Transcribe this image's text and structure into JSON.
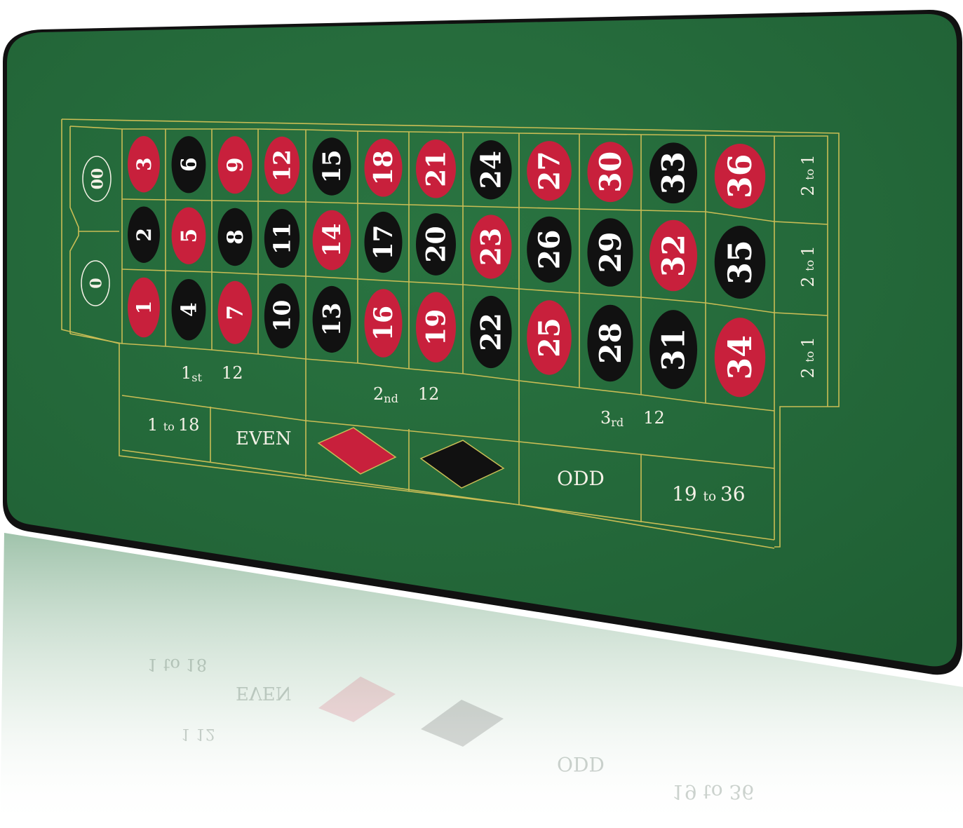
{
  "colors": {
    "felt": "#236a3a",
    "line": "#c9bd55",
    "red": "#c8203c",
    "black": "#111111",
    "text": "#f4f1e6",
    "edge": "#111111"
  },
  "zeros": [
    {
      "label": "00"
    },
    {
      "label": "0"
    }
  ],
  "grid": {
    "rows": [
      [
        {
          "n": "3",
          "c": "red"
        },
        {
          "n": "6",
          "c": "black"
        },
        {
          "n": "9",
          "c": "red"
        },
        {
          "n": "12",
          "c": "red"
        },
        {
          "n": "15",
          "c": "black"
        },
        {
          "n": "18",
          "c": "red"
        },
        {
          "n": "21",
          "c": "red"
        },
        {
          "n": "24",
          "c": "black"
        },
        {
          "n": "27",
          "c": "red"
        },
        {
          "n": "30",
          "c": "red"
        },
        {
          "n": "33",
          "c": "black"
        },
        {
          "n": "36",
          "c": "red"
        }
      ],
      [
        {
          "n": "2",
          "c": "black"
        },
        {
          "n": "5",
          "c": "red"
        },
        {
          "n": "8",
          "c": "black"
        },
        {
          "n": "11",
          "c": "black"
        },
        {
          "n": "14",
          "c": "red"
        },
        {
          "n": "17",
          "c": "black"
        },
        {
          "n": "20",
          "c": "black"
        },
        {
          "n": "23",
          "c": "red"
        },
        {
          "n": "26",
          "c": "black"
        },
        {
          "n": "29",
          "c": "black"
        },
        {
          "n": "32",
          "c": "red"
        },
        {
          "n": "35",
          "c": "black"
        }
      ],
      [
        {
          "n": "1",
          "c": "red"
        },
        {
          "n": "4",
          "c": "black"
        },
        {
          "n": "7",
          "c": "red"
        },
        {
          "n": "10",
          "c": "black"
        },
        {
          "n": "13",
          "c": "black"
        },
        {
          "n": "16",
          "c": "red"
        },
        {
          "n": "19",
          "c": "red"
        },
        {
          "n": "22",
          "c": "black"
        },
        {
          "n": "25",
          "c": "red"
        },
        {
          "n": "28",
          "c": "black"
        },
        {
          "n": "31",
          "c": "black"
        },
        {
          "n": "34",
          "c": "red"
        }
      ]
    ]
  },
  "columns": [
    {
      "a": "2",
      "b": "to",
      "c": "1"
    },
    {
      "a": "2",
      "b": "to",
      "c": "1"
    },
    {
      "a": "2",
      "b": "to",
      "c": "1"
    }
  ],
  "dozens": [
    {
      "ord": "1",
      "suf": "st",
      "num": "12"
    },
    {
      "ord": "2",
      "suf": "nd",
      "num": "12"
    },
    {
      "ord": "3",
      "suf": "rd",
      "num": "12"
    }
  ],
  "outside": {
    "low": {
      "a": "1",
      "b": "to",
      "c": "18"
    },
    "even": "EVEN",
    "red_diamond": "red",
    "black_diamond": "black",
    "odd": "ODD",
    "high": {
      "a": "19",
      "b": "to",
      "c": "36"
    }
  }
}
